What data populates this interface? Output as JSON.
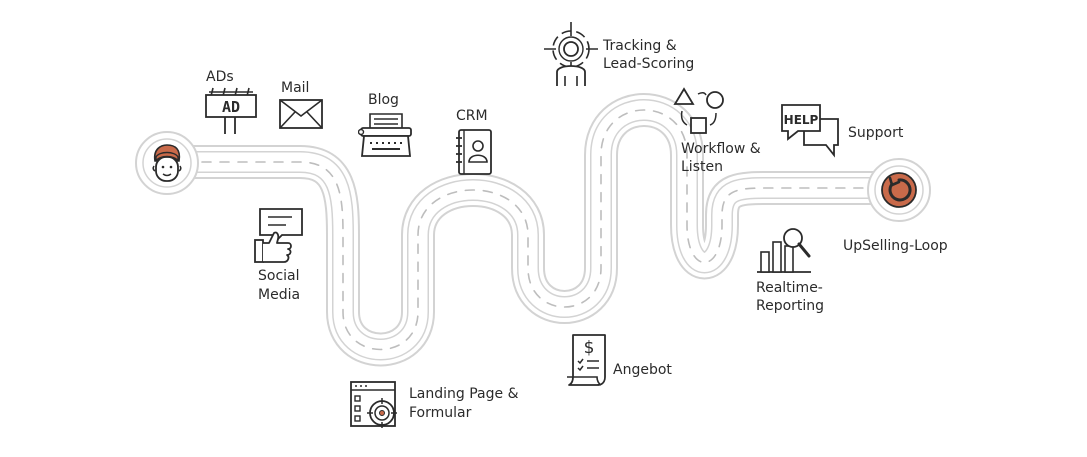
{
  "journey": {
    "stages": {
      "ads": "ADs",
      "ad_sign": "AD",
      "mail": "Mail",
      "blog": "Blog",
      "crm": "CRM",
      "tracking": [
        "Tracking &",
        "Lead-Scoring"
      ],
      "workflow": [
        "Workflow &",
        "Listen"
      ],
      "support": "Support",
      "help_bubble": "HELP",
      "social": [
        "Social",
        "Media"
      ],
      "landing": [
        "Landing Page &",
        "Formular"
      ],
      "angebot": "Angebot",
      "reporting": [
        "Realtime-",
        "Reporting"
      ],
      "upselling": "UpSelling-Loop"
    }
  },
  "colors": {
    "accent": "#c96a4a",
    "ink": "#2b2b2b",
    "road": "#d0d0d0"
  },
  "icons": [
    "customer-avatar-icon",
    "billboard-icon",
    "mail-icon",
    "typewriter-icon",
    "address-book-icon",
    "target-person-icon",
    "workflow-shapes-icon",
    "help-bubbles-icon",
    "loop-arrow-icon",
    "thumbs-up-chat-icon",
    "landing-page-target-icon",
    "invoice-dollar-icon",
    "bar-chart-magnifier-icon"
  ]
}
